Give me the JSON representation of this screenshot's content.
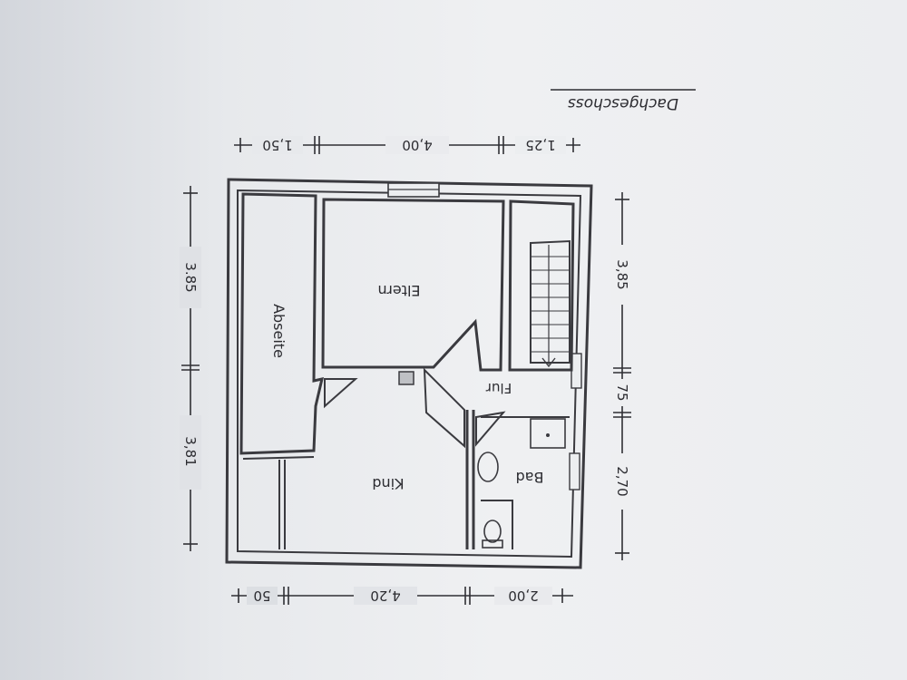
{
  "drawing": {
    "title": "Dachgeschoss",
    "rooms": {
      "abseite": "Abseite",
      "eltern": "Eltern",
      "flur": "Flur",
      "kind": "Kind",
      "bad": "Bad"
    },
    "dimensions": {
      "top": [
        "1,50",
        "4,00",
        "1,25"
      ],
      "bottom": [
        "50",
        "4,20",
        "2,00"
      ],
      "left": [
        "3.85",
        "3,81"
      ],
      "right": [
        "3,85",
        "75",
        "2,70"
      ]
    }
  }
}
